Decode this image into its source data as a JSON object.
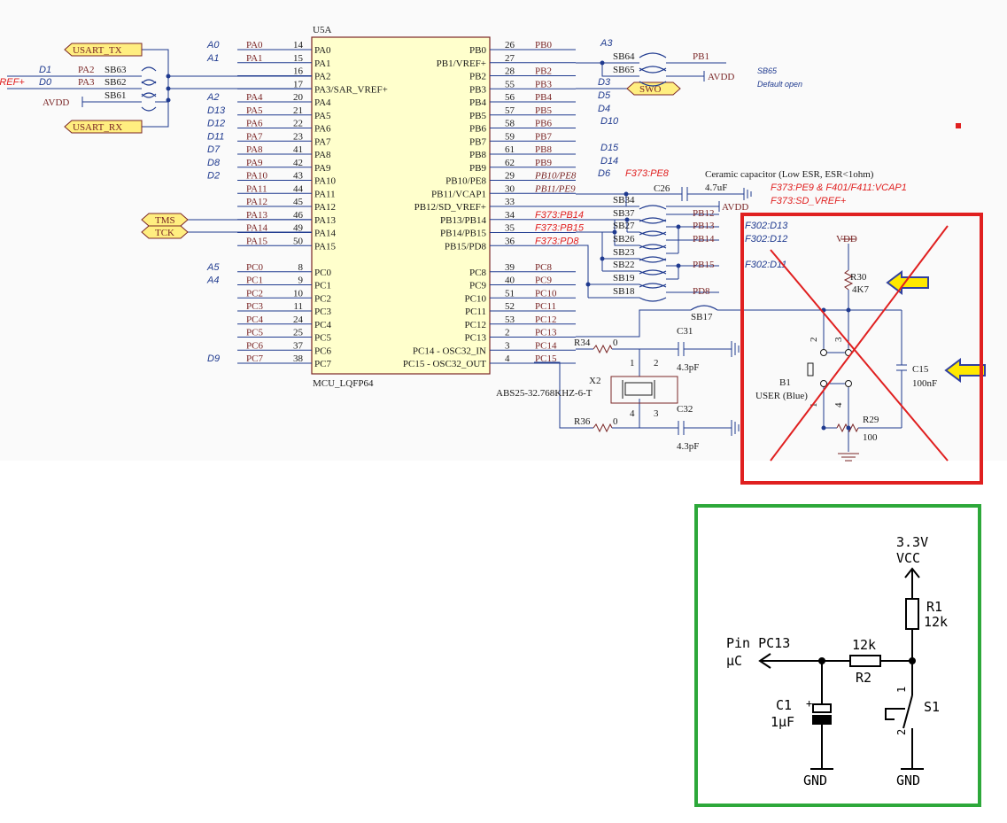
{
  "colors": {
    "wire": "#1f3a8f",
    "chip_fill": "#ffffcc",
    "chip_border": "#7a2626",
    "net_label": "#7a2626",
    "pin_number": "#1a1a1a",
    "arduino_label": "#1f3a8f",
    "variant_note": "#e02020",
    "port_fill": "#ffee80",
    "highlight_red": "#e02020",
    "highlight_green": "#2da83a",
    "arrow_fill": "#ffe800",
    "arrow_stroke": "#3040a0"
  },
  "mcu": {
    "designator": "U5A",
    "part": "MCU_LQFP64",
    "left_pins": [
      {
        "num": "14",
        "pin": "PA0",
        "net": "PA0",
        "arduino": "A0"
      },
      {
        "num": "15",
        "pin": "PA1",
        "net": "PA1",
        "arduino": "A1"
      },
      {
        "num": "16",
        "pin": "PA2",
        "net": "",
        "arduino": ""
      },
      {
        "num": "17",
        "pin": "PA3/SAR_VREF+",
        "net": "",
        "arduino": ""
      },
      {
        "num": "20",
        "pin": "PA4",
        "net": "PA4",
        "arduino": "A2"
      },
      {
        "num": "21",
        "pin": "PA5",
        "net": "PA5",
        "arduino": "D13"
      },
      {
        "num": "22",
        "pin": "PA6",
        "net": "PA6",
        "arduino": "D12"
      },
      {
        "num": "23",
        "pin": "PA7",
        "net": "PA7",
        "arduino": "D11"
      },
      {
        "num": "41",
        "pin": "PA8",
        "net": "PA8",
        "arduino": "D7"
      },
      {
        "num": "42",
        "pin": "PA9",
        "net": "PA9",
        "arduino": "D8"
      },
      {
        "num": "43",
        "pin": "PA10",
        "net": "PA10",
        "arduino": "D2"
      },
      {
        "num": "44",
        "pin": "PA11",
        "net": "PA11",
        "arduino": ""
      },
      {
        "num": "45",
        "pin": "PA12",
        "net": "PA12",
        "arduino": ""
      },
      {
        "num": "46",
        "pin": "PA13",
        "net": "PA13",
        "arduino": ""
      },
      {
        "num": "49",
        "pin": "PA14",
        "net": "PA14",
        "arduino": ""
      },
      {
        "num": "50",
        "pin": "PA15",
        "net": "PA15",
        "arduino": ""
      },
      {
        "num": "8",
        "pin": "PC0",
        "net": "PC0",
        "arduino": "A5"
      },
      {
        "num": "9",
        "pin": "PC1",
        "net": "PC1",
        "arduino": "A4"
      },
      {
        "num": "10",
        "pin": "PC2",
        "net": "PC2",
        "arduino": ""
      },
      {
        "num": "11",
        "pin": "PC3",
        "net": "PC3",
        "arduino": ""
      },
      {
        "num": "24",
        "pin": "PC4",
        "net": "PC4",
        "arduino": ""
      },
      {
        "num": "25",
        "pin": "PC5",
        "net": "PC5",
        "arduino": ""
      },
      {
        "num": "37",
        "pin": "PC6",
        "net": "PC6",
        "arduino": ""
      },
      {
        "num": "38",
        "pin": "PC7",
        "net": "PC7",
        "arduino": "D9"
      }
    ],
    "right_pins": [
      {
        "num": "26",
        "pin": "PB0",
        "net": "PB0",
        "note": ""
      },
      {
        "num": "27",
        "pin": "PB1/VREF+",
        "net": "",
        "note": ""
      },
      {
        "num": "28",
        "pin": "PB2",
        "net": "PB2",
        "note": ""
      },
      {
        "num": "55",
        "pin": "PB3",
        "net": "PB3",
        "note": ""
      },
      {
        "num": "56",
        "pin": "PB4",
        "net": "PB4",
        "note": ""
      },
      {
        "num": "57",
        "pin": "PB5",
        "net": "PB5",
        "note": ""
      },
      {
        "num": "58",
        "pin": "PB6",
        "net": "PB6",
        "note": ""
      },
      {
        "num": "59",
        "pin": "PB7",
        "net": "PB7",
        "note": ""
      },
      {
        "num": "61",
        "pin": "PB8",
        "net": "PB8",
        "note": ""
      },
      {
        "num": "62",
        "pin": "PB9",
        "net": "PB9",
        "note": ""
      },
      {
        "num": "29",
        "pin": "PB10/PE8",
        "net": "PB10/PE8",
        "note": ""
      },
      {
        "num": "30",
        "pin": "PB11/VCAP1",
        "net": "PB11/PE9",
        "note": ""
      },
      {
        "num": "33",
        "pin": "PB12/SD_VREF+",
        "net": "",
        "note": ""
      },
      {
        "num": "34",
        "pin": "PB13/PB14",
        "net": "",
        "note": "F373:PB14"
      },
      {
        "num": "35",
        "pin": "PB14/PB15",
        "net": "",
        "note": "F373:PB15"
      },
      {
        "num": "36",
        "pin": "PB15/PD8",
        "net": "",
        "note": "F373:PD8"
      },
      {
        "num": "39",
        "pin": "PC8",
        "net": "PC8",
        "note": ""
      },
      {
        "num": "40",
        "pin": "PC9",
        "net": "PC9",
        "note": ""
      },
      {
        "num": "51",
        "pin": "PC10",
        "net": "PC10",
        "note": ""
      },
      {
        "num": "52",
        "pin": "PC11",
        "net": "PC11",
        "note": ""
      },
      {
        "num": "53",
        "pin": "PC12",
        "net": "PC12",
        "note": ""
      },
      {
        "num": "2",
        "pin": "PC13",
        "net": "PC13",
        "note": ""
      },
      {
        "num": "3",
        "pin": "PC14 - OSC32_IN",
        "net": "PC14",
        "note": ""
      },
      {
        "num": "4",
        "pin": "PC15 - OSC32_OUT",
        "net": "PC15",
        "note": ""
      }
    ]
  },
  "ports": {
    "usart_tx": "USART_TX",
    "usart_rx": "USART_RX",
    "tms": "TMS",
    "tck": "TCK",
    "swo": "SWO"
  },
  "left_bridges": [
    {
      "d": "D1",
      "net": "PA2",
      "sb": "SB63"
    },
    {
      "d": "D0",
      "net": "PA3",
      "sb": "SB62"
    },
    {
      "d": "",
      "net": "AVDD",
      "sb": "SB61"
    }
  ],
  "left_cut_label": "VREF+",
  "right_top": {
    "arduino": [
      "A3",
      "D3",
      "D5",
      "D4",
      "D10",
      "D15",
      "D14",
      "D6"
    ],
    "sb64": "SB64",
    "sb65": "SB65",
    "pb1": "PB1",
    "avdd": "AVDD",
    "sb65_note1": "SB65",
    "sb65_note2": "Default open",
    "f373_pe8": "F373:PE8",
    "ceramic": "Ceramic capacitor (Low ESR, ESR<1ohm)",
    "c26": "C26",
    "c26_val": "4.7uF",
    "note_vcap": "F373:PE9 & F401/F411:VCAP1",
    "note_sdvref": "F373:SD_VREF+",
    "avdd2": "AVDD"
  },
  "bridges_right": [
    "SB34",
    "SB37",
    "SB27",
    "SB23",
    "SB26",
    "SB22",
    "SB19",
    "SB18",
    "SB17"
  ],
  "bridge_nets": [
    "PB12",
    "PB13",
    "PB14",
    "PB15",
    "PD8"
  ],
  "f302_notes": [
    "F302:D13",
    "F302:D12",
    "F302:D11"
  ],
  "crystal": {
    "r34": "R34",
    "r34_val": "0",
    "r36": "R36",
    "r36_val": "0",
    "c31": "C31",
    "c31_val": "4.3pF",
    "c32": "C32",
    "c32_val": "4.3pF",
    "x2": "X2",
    "x2_part": "ABS25-32.768KHZ-6-T",
    "pins": [
      "1",
      "2",
      "3",
      "4"
    ]
  },
  "button_circuit": {
    "vdd": "VDD",
    "r30": "R30",
    "r30_val": "4K7",
    "c15": "C15",
    "c15_val": "100nF",
    "b1": "B1",
    "b1_desc": "USER (Blue)",
    "r29": "R29",
    "r29_val": "100",
    "pin_nums": [
      "2",
      "3",
      "1",
      "4"
    ]
  },
  "green_circuit": {
    "vcc_line1": "3.3V",
    "vcc_line2": "VCC",
    "r1": "R1",
    "r1_val": "12k",
    "r2_val": "12k",
    "r2": "R2",
    "pin_line1": "Pin PC13",
    "pin_line2": "µC",
    "c1": "C1",
    "c1_val": "1µF",
    "c1_plus": "+",
    "s1": "S1",
    "s1_pin1": "1",
    "s1_pin2": "2",
    "gnd1": "GND",
    "gnd2": "GND"
  }
}
